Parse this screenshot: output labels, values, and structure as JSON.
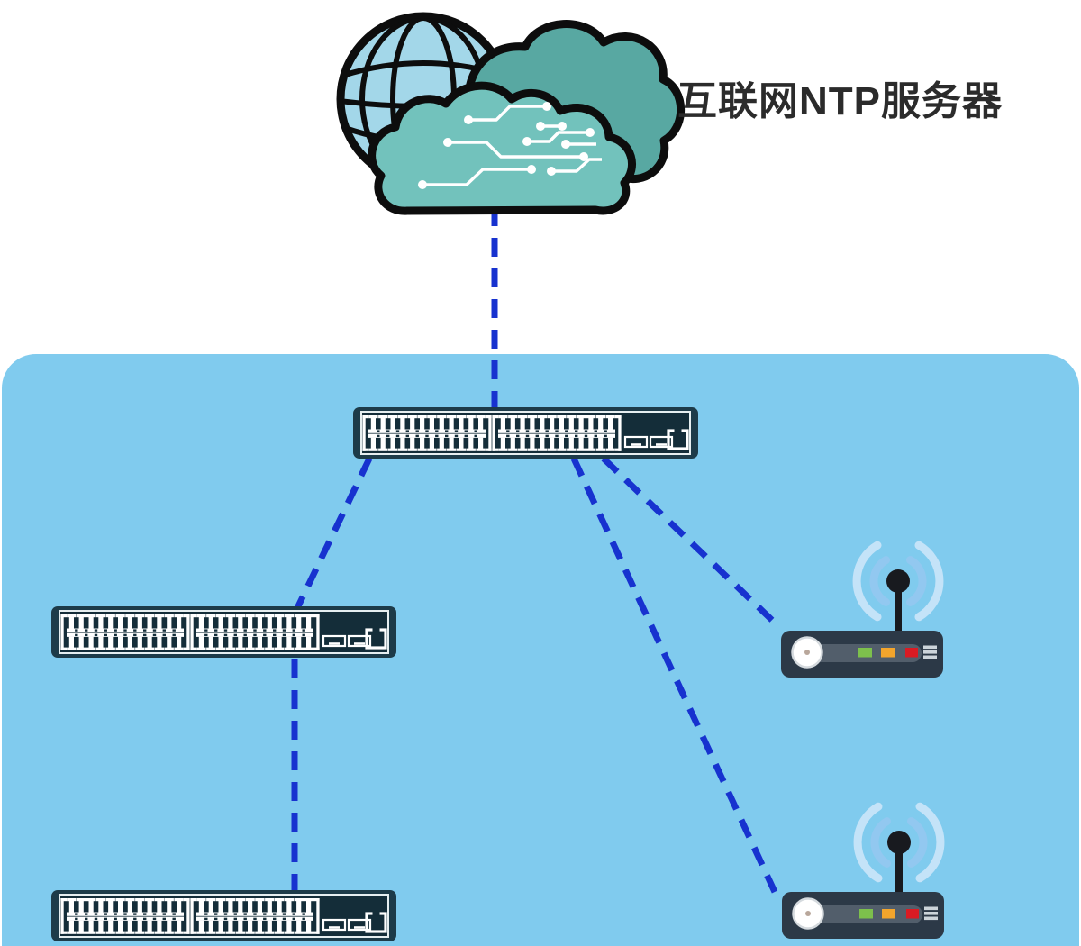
{
  "diagram": {
    "cloud_label": "互联网NTP服务器",
    "nodes": [
      {
        "id": "internet-ntp-cloud",
        "type": "cloud",
        "label": "互联网NTP服务器"
      },
      {
        "id": "core-switch",
        "type": "switch-48-port"
      },
      {
        "id": "access-switch-1",
        "type": "switch-48-port"
      },
      {
        "id": "access-switch-2",
        "type": "switch-48-port"
      },
      {
        "id": "wireless-router-1",
        "type": "wireless-router"
      },
      {
        "id": "wireless-router-2",
        "type": "wireless-router"
      }
    ],
    "links": [
      {
        "from": "internet-ntp-cloud",
        "to": "core-switch",
        "style": "dashed"
      },
      {
        "from": "core-switch",
        "to": "access-switch-1",
        "style": "dashed"
      },
      {
        "from": "access-switch-1",
        "to": "access-switch-2",
        "style": "dashed"
      },
      {
        "from": "core-switch",
        "to": "wireless-router-1",
        "style": "dashed"
      },
      {
        "from": "core-switch",
        "to": "wireless-router-2",
        "style": "dashed"
      }
    ],
    "router_led_colors": [
      "#7dc04c",
      "#f3a52c",
      "#da1b23"
    ]
  },
  "colors": {
    "background": "#ffffff",
    "lan_panel": "#80cbee",
    "link_dash": "#1732cf",
    "switch_body": "#1d3b49",
    "switch_panel": "#142d39",
    "port_white": "#ffffff",
    "router_body": "#2c3947",
    "router_stripe": "#525e6b",
    "antenna_black": "#181a1f",
    "wifi_arc_outer": "#c4e3f8",
    "wifi_arc_inner": "#92c8f0",
    "cloud_front": "#72c2bc",
    "cloud_back": "#58a8a2",
    "globe_fill": "#a3d7e9",
    "outline": "#0d0d0d",
    "label_text": "#2b2b2b"
  }
}
